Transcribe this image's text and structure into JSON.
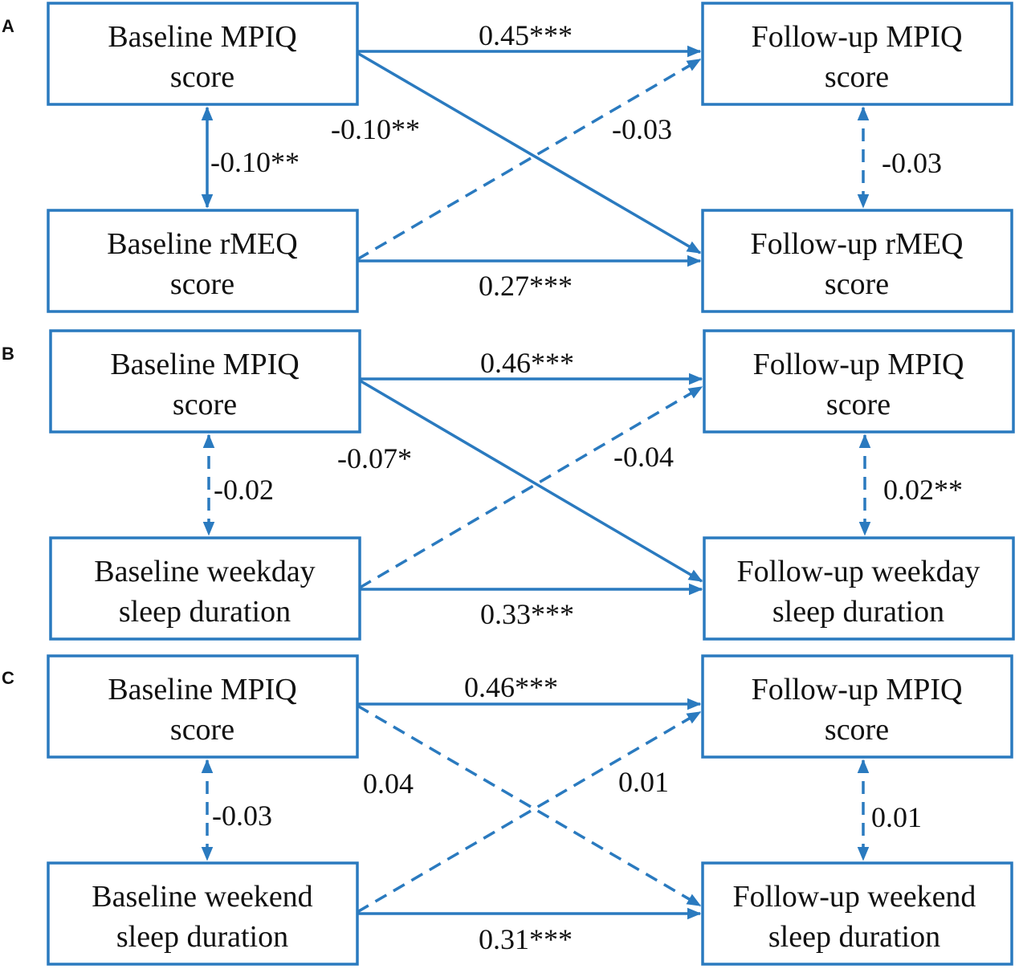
{
  "color": "#2a7abf",
  "panels": [
    {
      "label": "A",
      "boxes": {
        "bl_top": [
          "Baseline MPIQ",
          "score"
        ],
        "bl_bottom": [
          "Baseline rMEQ",
          "score"
        ],
        "fu_top": [
          "Follow-up MPIQ",
          "score"
        ],
        "fu_bottom": [
          "Follow-up rMEQ",
          "score"
        ]
      },
      "coefs": {
        "top_path": "0.45***",
        "bottom_path": "0.27***",
        "left_corr": "-0.10**",
        "right_corr": "-0.03",
        "cross_down": "-0.10**",
        "cross_up": "-0.03"
      }
    },
    {
      "label": "B",
      "boxes": {
        "bl_top": [
          "Baseline MPIQ",
          "score"
        ],
        "bl_bottom": [
          "Baseline weekday",
          "sleep duration"
        ],
        "fu_top": [
          "Follow-up MPIQ",
          "score"
        ],
        "fu_bottom": [
          "Follow-up weekday",
          "sleep duration"
        ]
      },
      "coefs": {
        "top_path": "0.46***",
        "bottom_path": "0.33***",
        "left_corr": "-0.02",
        "right_corr": "0.02**",
        "cross_down": "-0.07*",
        "cross_up": "-0.04"
      }
    },
    {
      "label": "C",
      "boxes": {
        "bl_top": [
          "Baseline MPIQ",
          "score"
        ],
        "bl_bottom": [
          "Baseline weekend",
          "sleep duration"
        ],
        "fu_top": [
          "Follow-up MPIQ",
          "score"
        ],
        "fu_bottom": [
          "Follow-up weekend",
          "sleep duration"
        ]
      },
      "coefs": {
        "top_path": "0.46***",
        "bottom_path": "0.31***",
        "left_corr": "-0.03",
        "right_corr": "0.01",
        "cross_down": "0.04",
        "cross_up": "0.01"
      }
    }
  ]
}
